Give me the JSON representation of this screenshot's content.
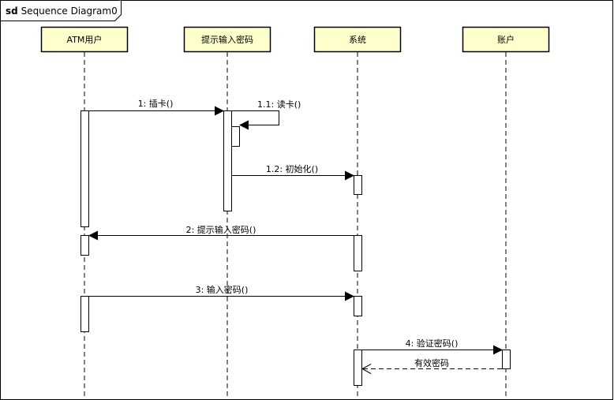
{
  "frame": {
    "keyword": "sd",
    "name": "Sequence Diagram0"
  },
  "lifelines": [
    {
      "id": "atm-user",
      "label": "ATM用户"
    },
    {
      "id": "prompt-pin",
      "label": "提示输入密码"
    },
    {
      "id": "system",
      "label": "系统"
    },
    {
      "id": "account",
      "label": "账户"
    }
  ],
  "messages": [
    {
      "label": "1: 插卡()",
      "type": "sync"
    },
    {
      "label": "1.1: 读卡()",
      "type": "self"
    },
    {
      "label": "1.2: 初始化()",
      "type": "sync"
    },
    {
      "label": "2: 提示输入密码()",
      "type": "sync"
    },
    {
      "label": "3: 输入密码()",
      "type": "sync"
    },
    {
      "label": "4: 验证密码()",
      "type": "sync"
    },
    {
      "label": "有效密码",
      "type": "return"
    }
  ],
  "colors": {
    "lifeline_head_fill": "#ffffcc",
    "line": "#000000",
    "background": "#ffffff"
  }
}
